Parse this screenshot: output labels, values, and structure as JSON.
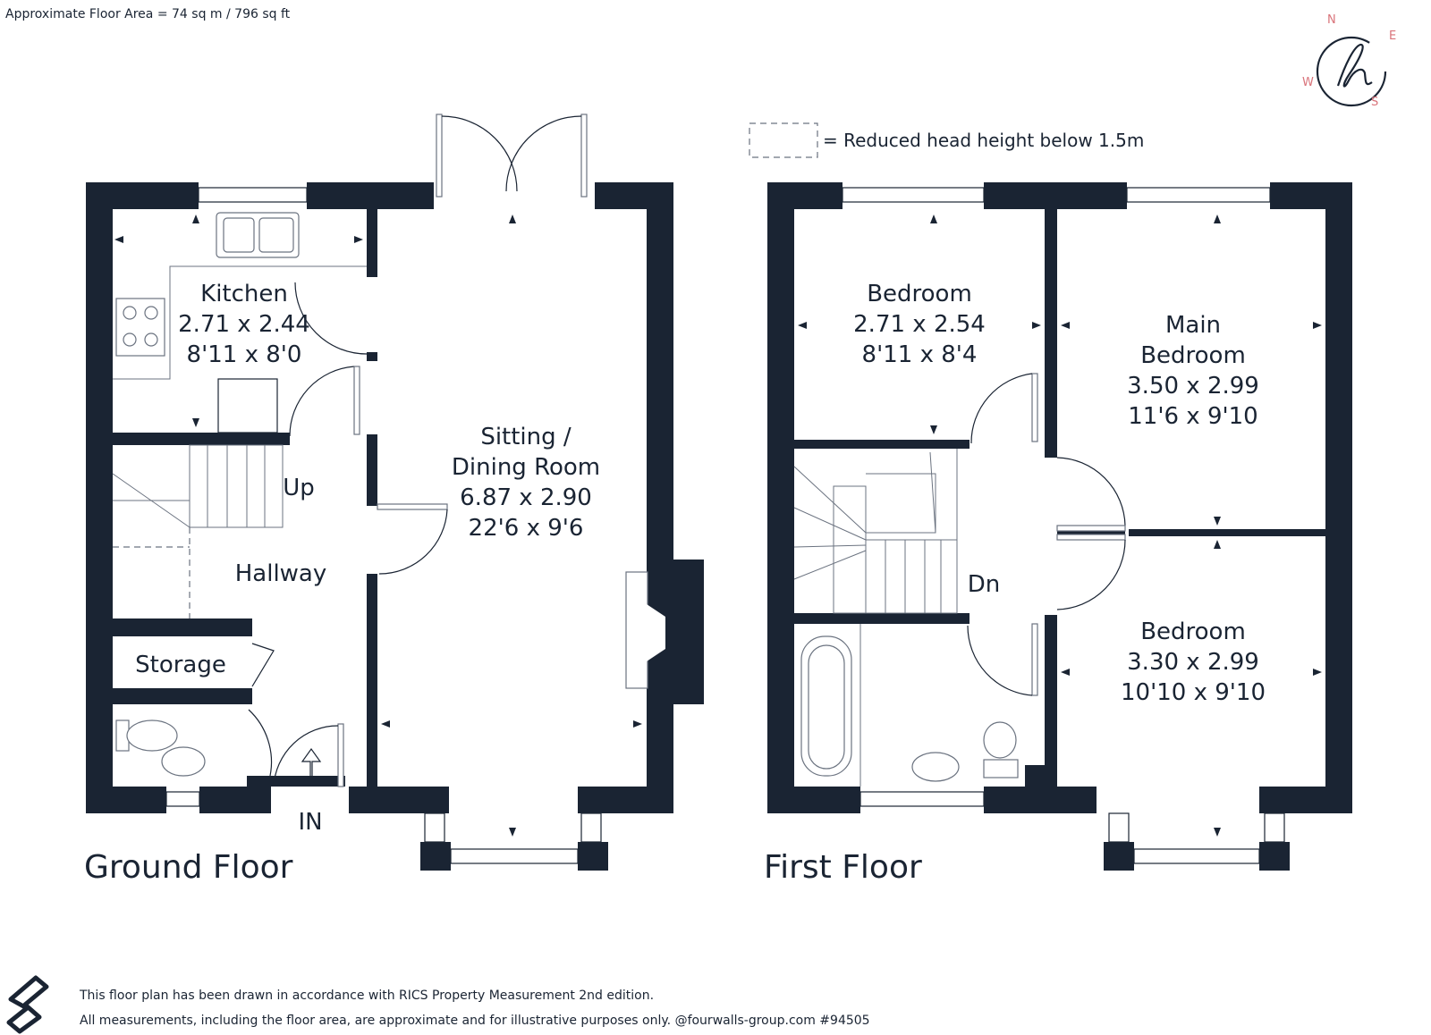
{
  "header": {
    "floor_area": "Approximate Floor Area = 74 sq m / 796 sq ft"
  },
  "compass": {
    "n": "N",
    "e": "E",
    "s": "S",
    "w": "W"
  },
  "legend": {
    "text": "= Reduced head height below 1.5m"
  },
  "ground_floor": {
    "title": "Ground Floor",
    "entrance": "IN",
    "stairs": "Up",
    "rooms": {
      "kitchen": {
        "name": "Kitchen",
        "metric": "2.71 x 2.44",
        "imperial": "8'11 x 8'0"
      },
      "sitting": {
        "name1": "Sitting /",
        "name2": "Dining Room",
        "metric": "6.87 x 2.90",
        "imperial": "22'6 x 9'6"
      },
      "hallway": {
        "name": "Hallway"
      },
      "storage": {
        "name": "Storage"
      }
    }
  },
  "first_floor": {
    "title": "First Floor",
    "stairs": "Dn",
    "rooms": {
      "bedroom1": {
        "name": "Bedroom",
        "metric": "2.71 x 2.54",
        "imperial": "8'11 x 8'4"
      },
      "main": {
        "name1": "Main",
        "name2": "Bedroom",
        "metric": "3.50 x 2.99",
        "imperial": "11'6 x 9'10"
      },
      "bedroom2": {
        "name": "Bedroom",
        "metric": "3.30 x 2.99",
        "imperial": "10'10 x 9'10"
      }
    }
  },
  "footer": {
    "line1": "This floor plan has been drawn in accordance with RICS Property Measurement 2nd edition.",
    "line2": "All measurements, including the floor area, are approximate and for illustrative purposes only. @fourwalls-group.com #94505"
  }
}
